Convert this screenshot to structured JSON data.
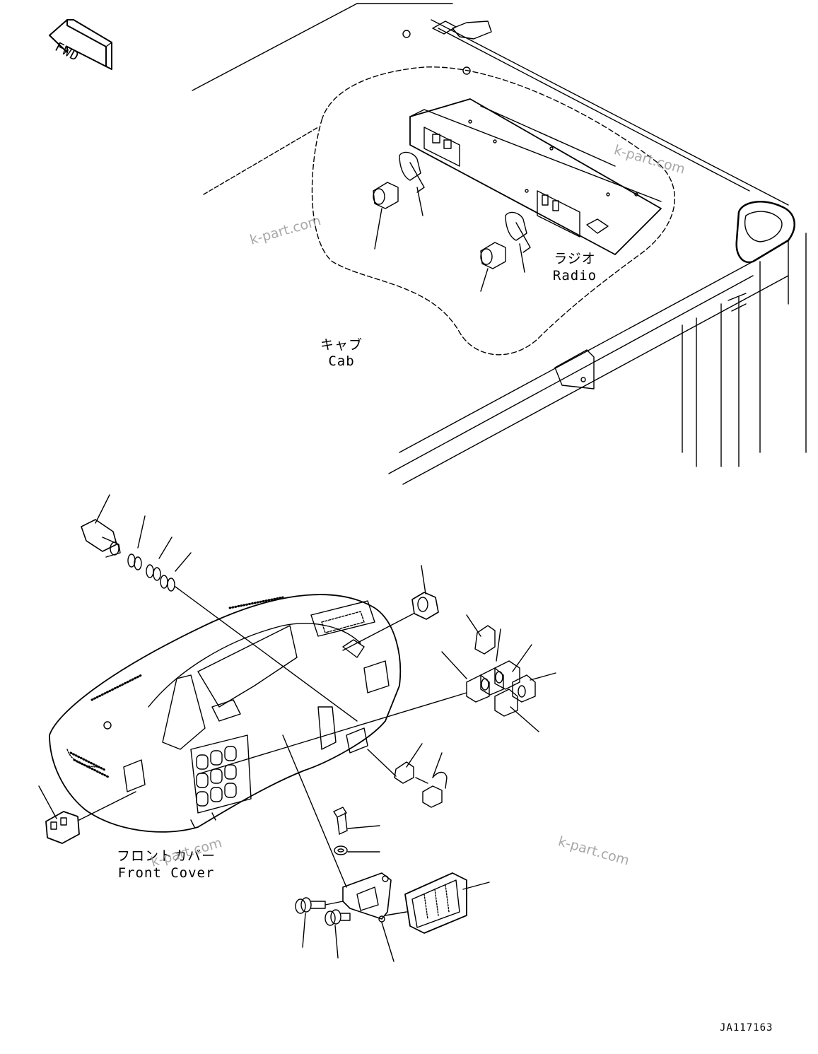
{
  "fwd_arrow": {
    "text": "FWD"
  },
  "labels": {
    "radio_jp": "ラジオ",
    "radio_en": "Radio",
    "cab_jp": "キャブ",
    "cab_en": "Cab",
    "front_cover_jp": "フロントカバー",
    "front_cover_en": "Front Cover"
  },
  "watermarks": [
    "k-part.com",
    "k-part.com",
    "k-part.com",
    "k-part.com"
  ],
  "document_number": "JA117163"
}
